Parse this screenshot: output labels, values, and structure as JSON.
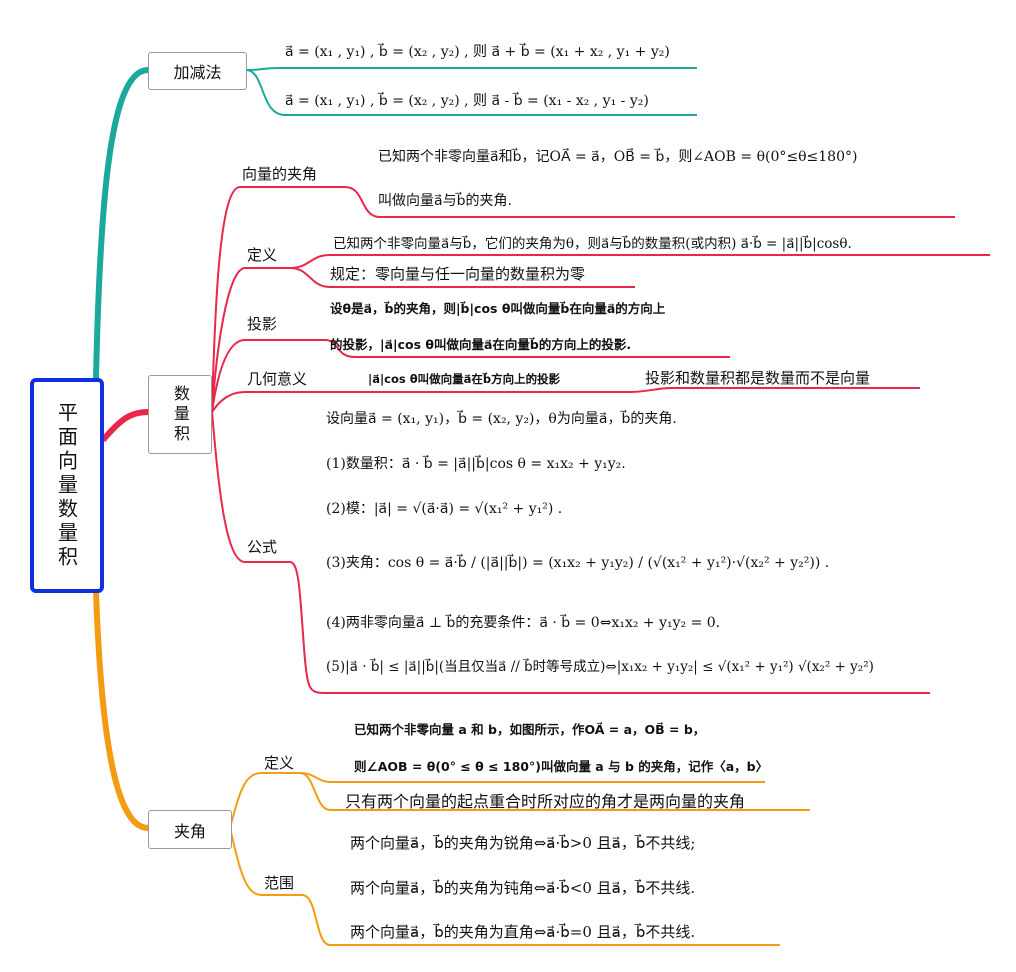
{
  "root": "平面向量数量积",
  "colors": {
    "teal": "#1aa99a",
    "red": "#e8274a",
    "orange": "#f39c12",
    "root_border": "#1030e0"
  },
  "add_sub": {
    "label": "加减法",
    "lines": [
      "a⃗ = (x₁ , y₁) , b⃗ = (x₂ , y₂) , 则 a⃗ + b⃗ = (x₁ + x₂ , y₁ + y₂)",
      "a⃗ = (x₁ , y₁) , b⃗ = (x₂ , y₂) , 则 a⃗ - b⃗ = (x₁ - x₂ , y₁ - y₂)"
    ]
  },
  "dot": {
    "label": "数量积",
    "angle": {
      "label": "向量的夹角",
      "lines": [
        "已知两个非零向量a⃗和b⃗，记OA⃗ = a⃗，OB⃗ = b⃗，则∠AOB = θ(0°≤θ≤180°)",
        "叫做向量a⃗与b⃗的夹角."
      ]
    },
    "def": {
      "label": "定义",
      "lines": [
        "已知两个非零向量a⃗与b⃗，它们的夹角为θ，则a⃗与b⃗的数量积(或内积) a⃗·b⃗ = |a⃗||b⃗|cosθ.",
        "规定：零向量与任一向量的数量积为零"
      ]
    },
    "proj": {
      "label": "投影",
      "lines": [
        "设θ是a⃗，b⃗的夹角，则|b⃗|cos θ叫做向量b⃗在向量a⃗的方向上",
        "的投影，|a⃗|cos θ叫做向量a⃗在向量b⃗的方向上的投影."
      ]
    },
    "geo": {
      "label": "几何意义",
      "lines": [
        "|a⃗|cos θ叫做向量a⃗在b⃗方向上的投影",
        "投影和数量积都是数量而不是向量"
      ]
    },
    "formula": {
      "label": "公式",
      "lines": [
        "设向量a⃗ = (x₁, y₁)，b⃗ = (x₂, y₂)，θ为向量a⃗，b⃗的夹角.",
        "(1)数量积：a⃗ · b⃗ = |a⃗||b⃗|cos θ = x₁x₂ + y₁y₂.",
        "(2)模：|a⃗| = √(a⃗·a⃗) = √(x₁² + y₁²) .",
        "(3)夹角：cos θ = a⃗·b⃗ / (|a⃗||b⃗|) = (x₁x₂ + y₁y₂) / (√(x₁² + y₁²)·√(x₂² + y₂²)) .",
        "(4)两非零向量a⃗ ⊥ b⃗的充要条件：a⃗ · b⃗ = 0⇔x₁x₂ + y₁y₂ = 0.",
        "(5)|a⃗ · b⃗| ≤ |a⃗||b⃗|(当且仅当a⃗ // b⃗时等号成立)⇔|x₁x₂ + y₁y₂| ≤ √(x₁² + y₁²) √(x₂² + y₂²)"
      ]
    }
  },
  "angle": {
    "label": "夹角",
    "def": {
      "label": "定义",
      "lines": [
        "已知两个非零向量 a 和 b，如图所示，作OA⃗ = a，OB⃗ = b，",
        "则∠AOB = θ(0° ≤ θ ≤ 180°)叫做向量 a 与 b 的夹角，记作〈a，b〉",
        "只有两个向量的起点重合时所对应的角才是两向量的夹角"
      ]
    },
    "range": {
      "label": "范围",
      "lines": [
        "两个向量a⃗，b⃗的夹角为锐角⇔a⃗·b⃗>0 且a⃗，b⃗不共线;",
        "两个向量a⃗，b⃗的夹角为钝角⇔a⃗·b⃗<0 且a⃗，b⃗不共线.",
        "两个向量a⃗，b⃗的夹角为直角⇔a⃗·b⃗=0 且a⃗，b⃗不共线."
      ]
    }
  }
}
